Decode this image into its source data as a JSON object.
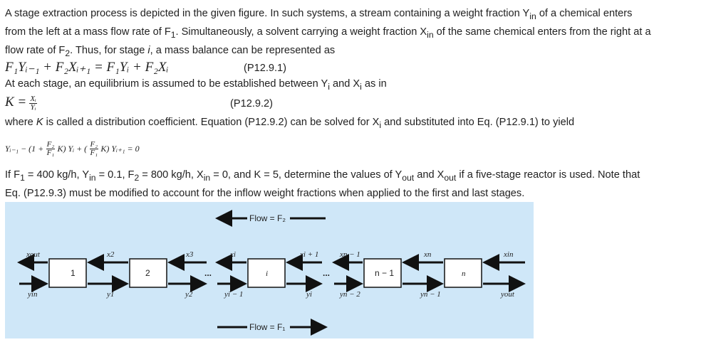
{
  "text": {
    "p1_line1": "A stage extraction process is depicted in the given figure. In such systems, a stream containing a weight fraction Y",
    "p1_line1_sub": "in",
    "p1_line1_end": " of a chemical enters",
    "p1_line2": "from the left at a mass flow rate of F",
    "p1_line2_sub": "1",
    "p1_line2_mid": ". Simultaneously, a solvent carrying a weight fraction X",
    "p1_line2_sub2": "in",
    "p1_line2_end": " of the same chemical enters from the right at a",
    "p1_line3_a": "flow rate of F",
    "p1_line3_sub": "2",
    "p1_line3_b": ". Thus, for stage ",
    "p1_line3_i": "i",
    "p1_line3_c": ", a mass balance can be represented as",
    "eq1": "F₁Yᵢ₋₁ + F₂Xᵢ₊₁ = F₁Yᵢ + F₂Xᵢ",
    "eq1_label": "(P12.9.1)",
    "p2_a": "At each stage, an equilibrium is assumed to be established between Y",
    "p2_sub1": "i",
    "p2_b": " and X",
    "p2_sub2": "i",
    "p2_c": " as in",
    "eq2_lhs": "K =",
    "eq2_num": "Xᵢ",
    "eq2_den": "Yᵢ",
    "eq2_label": "(P12.9.2)",
    "p3_a": "where ",
    "p3_k": "K",
    "p3_b": " is called a distribution coefficient. Equation (P12.9.2) can be solved for X",
    "p3_sub": "i",
    "p3_c": " and substituted into Eq. (P12.9.1) to yield",
    "eq3_a": "Yᵢ₋₁ − (1 +",
    "eq3_num1": "F₂",
    "eq3_den1": "F₁",
    "eq3_b": "K) Yᵢ + (",
    "eq3_num2": "F₂",
    "eq3_den2": "F₁",
    "eq3_c": "K) Yᵢ₊₁ = 0",
    "p4_line1_a": "If F",
    "p4_line1_sub1": "1",
    "p4_line1_b": " = 400 kg/h, Y",
    "p4_line1_sub2": "in",
    "p4_line1_c": " = 0.1, F",
    "p4_line1_sub3": "2",
    "p4_line1_d": " = 800 kg/h, X",
    "p4_line1_sub4": "in",
    "p4_line1_e": " = 0, and K = 5, determine the values of Y",
    "p4_line1_sub5": "out",
    "p4_line1_f": " and X",
    "p4_line1_sub6": "out",
    "p4_line1_g": " if a five-stage reactor is used. Note that",
    "p4_line2": "Eq. (P12.9.3) must be modified to account for the inflow weight fractions when applied to the first and last stages."
  },
  "diagram": {
    "flow_top_label": "Flow = F₂",
    "flow_bottom_label": "Flow = F₁",
    "stages": [
      "1",
      "2",
      "i",
      "n − 1",
      "n"
    ],
    "ellipsis": "...",
    "top_labels": [
      "xout",
      "x2",
      "x3",
      "xi",
      "xi + 1",
      "xn − 1",
      "xn",
      "xin"
    ],
    "bottom_labels": [
      "yin",
      "y1",
      "y2",
      "yi − 1",
      "yi",
      "yn − 2",
      "yn − 1",
      "yout"
    ]
  }
}
